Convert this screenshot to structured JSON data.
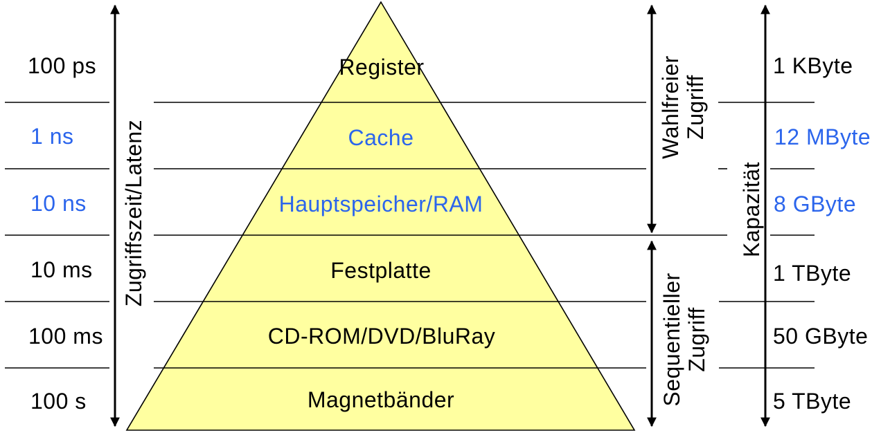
{
  "diagram_type": "memory-hierarchy-pyramid",
  "axes": {
    "left_label": "Zugriffszeit/Latenz",
    "right_label": "Kapazität"
  },
  "access_modes": {
    "random_line1": "Wahlfreier",
    "random_line2": "Zugriff",
    "sequential_line1": "Sequentieller",
    "sequential_line2": "Zugriff"
  },
  "pyramid_levels": [
    {
      "name": "Register",
      "latency": "100 ps",
      "capacity": "1 KByte",
      "highlighted": false
    },
    {
      "name": "Cache",
      "latency": "1 ns",
      "capacity": "12 MByte",
      "highlighted": true
    },
    {
      "name": "Hauptspeicher/RAM",
      "latency": "10 ns",
      "capacity": "8 GByte",
      "highlighted": true
    },
    {
      "name": "Festplatte",
      "latency": "10 ms",
      "capacity": "1 TByte",
      "highlighted": false
    },
    {
      "name": "CD-ROM/DVD/BluRay",
      "latency": "100 ms",
      "capacity": "50 GByte",
      "highlighted": false
    },
    {
      "name": "Magnetbänder",
      "latency": "100 s",
      "capacity": "5 TByte",
      "highlighted": false
    }
  ],
  "colors": {
    "pyramid_fill": "#ffffa0",
    "line": "#000000",
    "highlight_blue": "#2b65ec",
    "text": "#000000",
    "background": "#ffffff"
  }
}
